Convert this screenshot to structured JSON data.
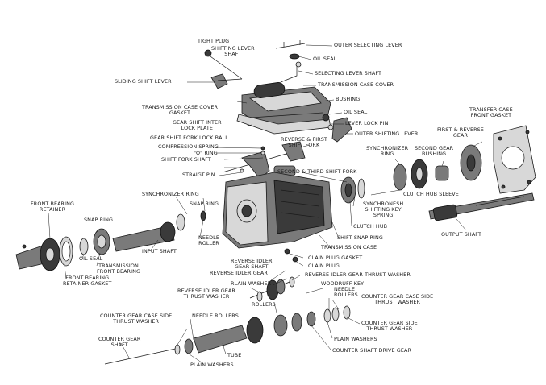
{
  "labels": {
    "tight_plug": "TIGHT PLUG",
    "shifting_lever_shaft": "SHIFTING LEVER\nSHAFT",
    "outer_selecting_lever": "OUTER SELECTING LEVER",
    "oil_seal_top": "OIL SEAL",
    "selecting_lever_shaft": "SELECTING LEVER SHAFT",
    "sliding_shift_lever": "SLIDING SHIFT LEVER",
    "transmission_case_cover": "TRANSMISSION CASE COVER",
    "bushing_top": "BUSHING",
    "transmission_case_cover_gasket": "TRANSMISSION CASE COVER\nGASKET",
    "oil_seal_mid": "OIL SEAL",
    "gear_shift_inter_lock_plate": "GEAR SHIFT INTER\nLOCK PLATE",
    "lever_lock_pin": "LEVER LOCK PIN",
    "outer_shifting_lever": "OUTER SHIFTING LEVER",
    "gear_shift_fork_lock_ball": "GEAR SHIFT FORK LOCK BALL",
    "compression_spring": "COMPRESSION SPRING",
    "o_ring": "\"O\" RING",
    "shift_fork_shaft": "SHIFT FORK SHAFT",
    "reverse_first_shift_fork": "REVERSE & FIRST\nSHIFT FORK",
    "straigt_pin": "STRAIGT PIN",
    "second_third_shift_fork": "SECOND & THIRD SHIFT FORK",
    "transfer_case_front_gasket": "TRANSFER CASE\nFRONT GASKET",
    "first_reverse_gear": "FIRST & REVERSE\nGEAR",
    "second_gear_bushing": "SECOND GEAR\nBUSHING",
    "synchronizer_ring_right": "SYNCHRONIZER\nRING",
    "clutch_hub_sleeve": "CLUTCH HUB SLEEVE",
    "synchronizer_ring_left": "SYNCHRONIZER RING",
    "snap_ring_case": "SNAP RING",
    "synchronesh_shifting_key_spring": "SYNCHRONESH\nSHIFTING KEY\nSPRING",
    "front_bearing_retainer": "FRONT BEARING\nRETAINER",
    "snap_ring_front": "SNAP RING",
    "clutch_hub": "CLUTCH HUB",
    "needle_roller_input": "NEEDLE\nROLLER",
    "output_shaft": "OUTPUT SHAFT",
    "shift_snap_ring": "SHIFT SNAP RING",
    "input_shaft": "INPUT SHAFT",
    "transmission_case": "TRANSMISSION CASE",
    "oil_seal_front": "OIL SEAL",
    "transmission_front_bearing": "TRANSMISSION\nFRONT BEARING",
    "reverse_idler_gear_shaft": "REVERSE IDLER\nGEAR SHAFT",
    "clain_plug_gasket": "CLAIN PLUG GASKET",
    "clain_plug": "CLAIN PLUG",
    "front_bearing_retainer_gasket": "FRONT BEARING\nRETAINER GASKET",
    "reverse_idler_gear": "REVERSE IDLER GEAR",
    "reverse_idler_gear_thrust_washer_right": "REVERSE IDLER GEAR THRUST WASHER",
    "rlain_washer": "RLAIN WASHER",
    "woodruff_key": "WOODRUFF KEY",
    "reverse_idler_gear_thrust_washer_left": "REVERSE IDLER GEAR\nTHRUST WASHER",
    "needle_rollers_right": "NEEDLE\nROLLERS",
    "rollers": "ROLLERS",
    "counter_gear_case_side_thrust_washer_right": "COUNTER GEAR CASE SIDE\nTHRUST WASHER",
    "counter_gear_case_side_thrust_washer_left": "COUNTER GEAR CASE SIDE\nTHRUST WASHER",
    "needle_rollers_left": "NEEDLE ROLLERS",
    "counter_gear_side_thrust_washer": "COUNTER GEAR SIDE\nTHRUST WASHER",
    "counter_gear_shaft": "COUNTER GEAR\nSHAFT",
    "plain_washers_right": "PLAIN WASHERS",
    "tube": "TUBE",
    "counter_shaft_drive_gear": "COUNTER SHAFT DRIVE GEAR",
    "plain_washers_left": "PLAIN WASHERS"
  }
}
